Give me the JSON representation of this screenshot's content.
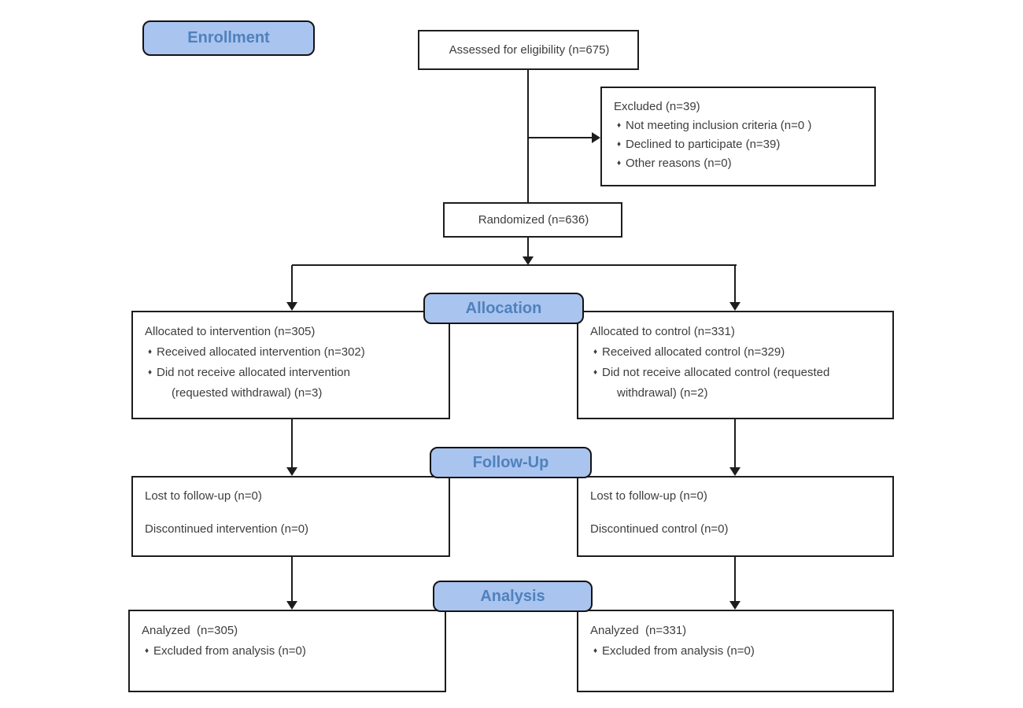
{
  "phases": {
    "enrollment": "Enrollment",
    "allocation": "Allocation",
    "follow_up": "Follow-Up",
    "analysis": "Analysis"
  },
  "bullet_glyph": "♦",
  "colors": {
    "phase_fill": "#a9c4ef",
    "phase_text": "#4f81bd",
    "line": "#1d1d1d",
    "box_text": "#3d3d3d"
  },
  "boxes": {
    "assessed": {
      "title": "Assessed for eligibility (n=675)"
    },
    "excluded": {
      "title": "Excluded (n=39)",
      "items": [
        [
          "Not meeting inclusion criteria (n=0 )"
        ],
        [
          "Declined to participate (n=39)"
        ],
        [
          "Other reasons (n=0)"
        ]
      ]
    },
    "randomized": {
      "title": "Randomized (n=636)"
    },
    "allocated_intervention": {
      "title": "Allocated to intervention (n=305)",
      "items": [
        [
          "Received allocated intervention (n=302)"
        ],
        [
          "Did not receive allocated intervention",
          "(requested withdrawal) (n=3)"
        ]
      ]
    },
    "allocated_control": {
      "title": "Allocated to control (n=331)",
      "items": [
        [
          "Received allocated control (n=329)"
        ],
        [
          "Did not receive allocated control (requested",
          "withdrawal) (n=2)"
        ]
      ]
    },
    "followup_intervention": {
      "line1": "Lost to follow-up (n=0)",
      "line2": "Discontinued intervention (n=0)"
    },
    "followup_control": {
      "line1": "Lost to follow-up (n=0)",
      "line2": "Discontinued control (n=0)"
    },
    "analysis_intervention": {
      "title": "Analyzed  (n=305)",
      "items": [
        [
          "Excluded from analysis (n=0)"
        ]
      ]
    },
    "analysis_control": {
      "title": "Analyzed  (n=331)",
      "items": [
        [
          "Excluded from analysis (n=0)"
        ]
      ]
    }
  }
}
